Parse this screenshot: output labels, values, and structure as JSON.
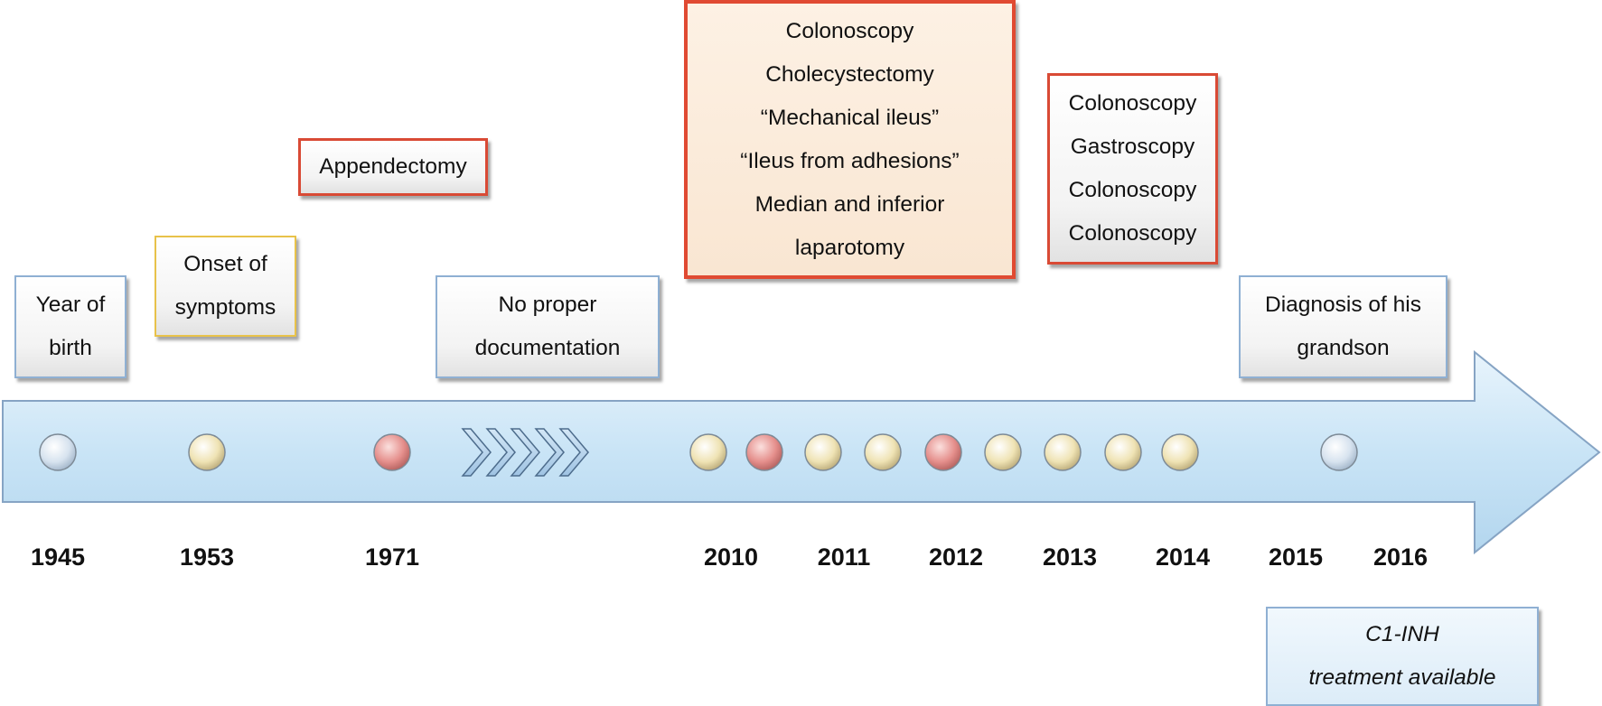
{
  "colors": {
    "arrow_fill": "#c9e4f6",
    "arrow_stroke": "#86a4c4",
    "dot_blue": "#d7e3ef",
    "dot_yellow": "#efe3b4",
    "dot_red": "#e58f8c",
    "box_border_blue": "#8fb0d3",
    "box_border_yellow": "#e8c24a",
    "box_border_red": "#d94a35"
  },
  "events": [
    {
      "id": "year-of-birth",
      "lines": [
        "Year of",
        "birth"
      ]
    },
    {
      "id": "onset-of-symptoms",
      "lines": [
        "Onset of",
        "symptoms"
      ]
    },
    {
      "id": "appendectomy",
      "lines": [
        "Appendectomy"
      ]
    },
    {
      "id": "no-proper-documentation",
      "lines": [
        "No proper",
        "documentation"
      ]
    },
    {
      "id": "procedures-2010-2012",
      "lines": [
        "Colonoscopy",
        "Cholecystectomy",
        "“Mechanical ileus”",
        "“Ileus from adhesions”",
        "Median and inferior",
        "laparotomy"
      ]
    },
    {
      "id": "procedures-2013-2014",
      "lines": [
        "Colonoscopy",
        "Gastroscopy",
        "Colonoscopy",
        "Colonoscopy"
      ]
    },
    {
      "id": "diagnosis-of-grandson",
      "lines": [
        "Diagnosis of his",
        "grandson"
      ]
    },
    {
      "id": "c1-inh-treatment",
      "lines": [
        "C1-INH",
        "treatment available"
      ]
    }
  ],
  "years": [
    "1945",
    "1953",
    "1971",
    "2010",
    "2011",
    "2012",
    "2013",
    "2014",
    "2015",
    "2016"
  ],
  "dots": [
    {
      "type": "blue"
    },
    {
      "type": "yellow"
    },
    {
      "type": "red"
    },
    {
      "type": "yellow"
    },
    {
      "type": "red"
    },
    {
      "type": "yellow"
    },
    {
      "type": "yellow"
    },
    {
      "type": "red"
    },
    {
      "type": "yellow"
    },
    {
      "type": "yellow"
    },
    {
      "type": "yellow"
    },
    {
      "type": "yellow"
    },
    {
      "type": "blue"
    }
  ],
  "chevron_count": 5
}
